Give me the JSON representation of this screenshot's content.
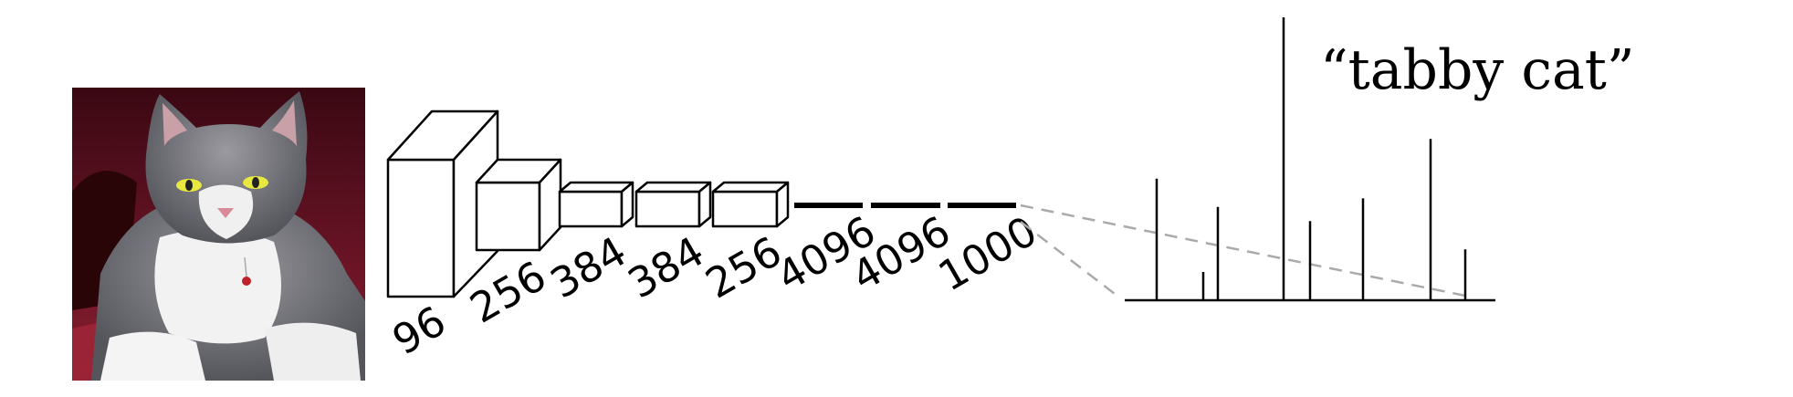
{
  "image": {
    "subject": "cat-photo"
  },
  "layers": [
    {
      "label": "96",
      "kind": "conv"
    },
    {
      "label": "256",
      "kind": "conv"
    },
    {
      "label": "384",
      "kind": "conv"
    },
    {
      "label": "384",
      "kind": "conv"
    },
    {
      "label": "256",
      "kind": "conv"
    },
    {
      "label": "4096",
      "kind": "fc"
    },
    {
      "label": "4096",
      "kind": "fc"
    },
    {
      "label": "1000",
      "kind": "fc"
    }
  ],
  "output": {
    "class_label": "“tabby cat”",
    "spikes": [
      0.43,
      0.1,
      0.33,
      1.0,
      0.28,
      0.36,
      0.57,
      0.18
    ]
  },
  "colors": {
    "ink": "#000000",
    "dashed": "#aaaaaa",
    "photo_bg": "#5a1020"
  }
}
